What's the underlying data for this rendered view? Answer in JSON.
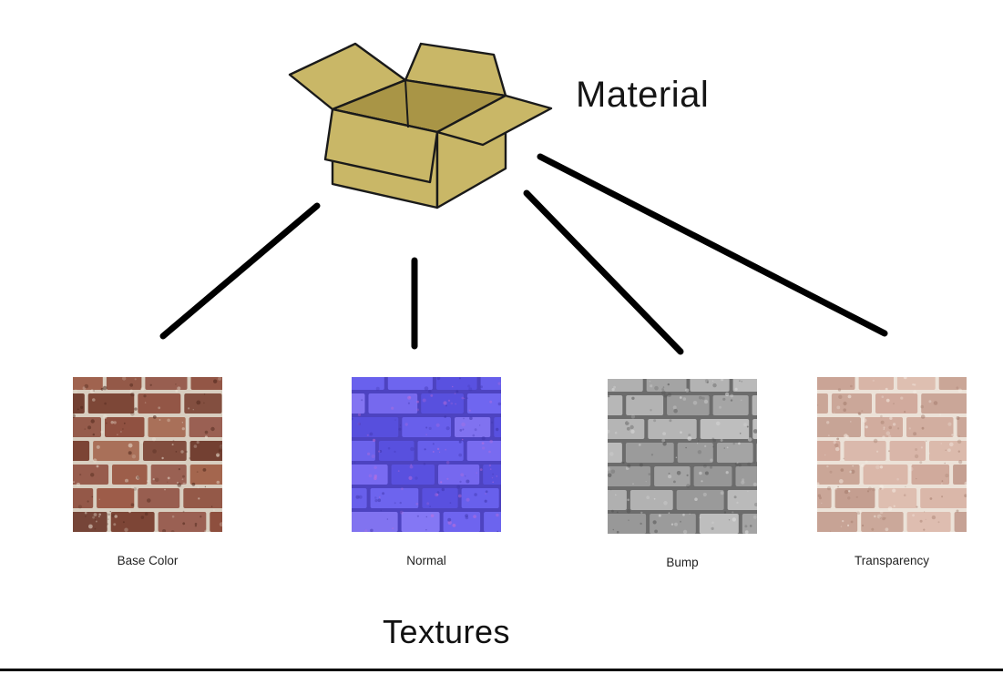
{
  "diagram": {
    "material_label": "Material",
    "textures_title": "Textures",
    "colors": {
      "box": "#c9b767",
      "box_interior": "#a99546",
      "outline": "#1a1a1a",
      "connector": "#000000"
    },
    "textures": [
      {
        "id": "base-color",
        "label": "Base Color",
        "colors": {
          "mortar": "#d8cec0",
          "bricks": [
            "#8e4f3e",
            "#9b5a46",
            "#7a4233",
            "#a4664e",
            "#6e3a2c",
            "#935547"
          ],
          "speck_dark": "#4a2418",
          "speck_light": "#ece4d6"
        }
      },
      {
        "id": "normal",
        "label": "Normal",
        "colors": {
          "mortar": "#4d43c0",
          "bricks": [
            "#6a62ee",
            "#7a6cf2",
            "#5951e0",
            "#8577f4",
            "#6f66f0"
          ],
          "speck_dark": "#3c33a8",
          "speck_light": "#c96fd8"
        }
      },
      {
        "id": "bump",
        "label": "Bump",
        "colors": {
          "mortar": "#6c6c6c",
          "bricks": [
            "#b6b6b6",
            "#c3c3c3",
            "#a8a8a8",
            "#9c9c9c",
            "#bcbcbc"
          ],
          "speck_dark": "#4e4e4e",
          "speck_light": "#e2e2e2"
        }
      },
      {
        "id": "transparency",
        "label": "Transparency",
        "colors": {
          "mortar": "#ece2d8",
          "bricks": [
            "#cfa89a",
            "#d8b5a7",
            "#c39d8f",
            "#ddbcae",
            "#c8a294"
          ],
          "speck_dark": "#a07868",
          "speck_light": "#f6eee6"
        }
      }
    ]
  }
}
